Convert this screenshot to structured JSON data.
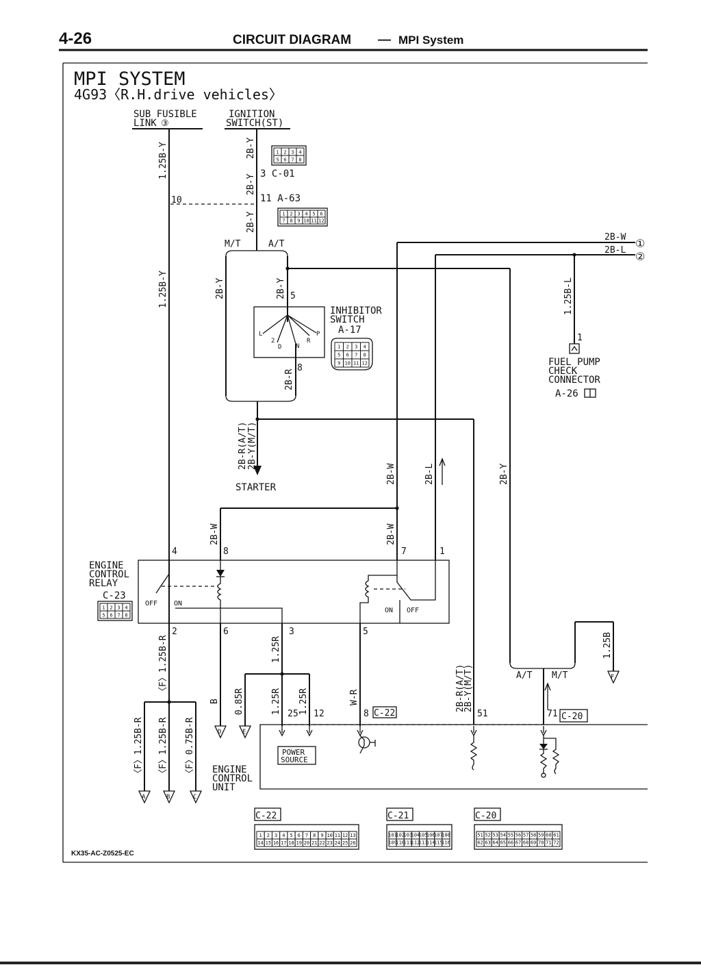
{
  "header": {
    "page_number": "4-26",
    "title": "CIRCUIT DIAGRAM",
    "separator": "—",
    "subtitle": "MPI System"
  },
  "diagram": {
    "title": "MPI SYSTEM",
    "subtitle": "4G93〈R.H.drive vehicles〉",
    "code": "KX35-AC-Z0525-EC",
    "labels": {
      "sub_fusible_1": "SUB FUSIBLE",
      "sub_fusible_2": "LINK",
      "link_num": "③",
      "ign_1": "IGNITION",
      "ign_2": "SWITCH(ST)",
      "c01": "3 C-01",
      "a63": "11 A-63",
      "pin10": "10",
      "mt": "M/T",
      "at": "A/T",
      "pin5": "5",
      "inh_1": "INHIBITOR",
      "inh_2": "SWITCH",
      "a17": "A-17",
      "pin8_inh": "8",
      "inh_l": "L",
      "inh_2pos": "2",
      "inh_d": "D",
      "inh_n": "N",
      "inh_r": "R",
      "inh_p": "P",
      "starter": "STARTER",
      "w_2bw_top": "2B-W",
      "w_2bl_top": "2B-L",
      "circ1": "①",
      "circ2": "②",
      "pin1_fp": "1",
      "fp_1": "FUEL PUMP",
      "fp_2": "CHECK",
      "fp_3": "CONNECTOR",
      "a26": "A-26",
      "relay_1": "ENGINE",
      "relay_2": "CONTROL",
      "relay_3": "RELAY",
      "c23": "C-23",
      "off_l": "OFF",
      "on_l": "ON",
      "on_r": "ON",
      "off_r": "OFF",
      "pin4": "4",
      "pin8": "8",
      "pin7": "7",
      "pin1r": "1",
      "pin2": "2",
      "pin6": "6",
      "pin3": "3",
      "pin5r": "5",
      "pin25": "25",
      "pin12": "12",
      "pin8c22": "8",
      "pin51": "51",
      "pin71": "71",
      "c22": "C-22",
      "c20": "C-20",
      "c21": "C-21",
      "at2": "A/T",
      "mt2": "M/T",
      "ecu_1": "ENGINE",
      "ecu_2": "CONTROL",
      "ecu_3": "UNIT",
      "power_1": "POWER",
      "power_2": "SOURCE",
      "arrow_a": "A",
      "arrow_b": "B",
      "arrow_c": "C",
      "arrow_d": "D",
      "arrow_e": "E",
      "arrow_f": "F"
    },
    "wires": {
      "w1": "1.25B-Y",
      "w2": "2B-Y",
      "w3": "2B-Y",
      "w4": "2B-Y",
      "w5": "1.25B-Y",
      "w6": "2B-Y",
      "w7": "2B-Y",
      "w8": "2B-R",
      "w9": "1.25B-L",
      "w10": "2B-R(A/T)",
      "w11": "2B-Y(M/T)",
      "w12": "2B-W",
      "w13": "2B-L",
      "w14": "2B-Y",
      "w15": "2B-W",
      "w16": "2B-W",
      "w17": "〈F〉1.25B-R",
      "w18": "1.25B-R",
      "w19": "B",
      "w20": "1.25R",
      "w21": "0.85R",
      "w22": "1.25R",
      "w23": "1.25R",
      "w24": "W-R",
      "w25": "2B-R(A/T)",
      "w26": "2B-Y(M/T)",
      "w27": "1.25B",
      "w28": "〈F〉1.25B-R",
      "w29": "〈F〉1.25B-R",
      "w30": "〈F〉0.75B-R"
    },
    "connectors": {
      "c01_cells": [
        "1",
        "2",
        "3",
        "4",
        "5",
        "6",
        "7",
        "8"
      ],
      "a63_cells": [
        "1",
        "2",
        "3",
        "4",
        "5",
        "6",
        "7",
        "8",
        "9",
        "10",
        "11",
        "12"
      ],
      "a17_cells": [
        "1",
        "2",
        "3",
        "4",
        "5",
        "6",
        "7",
        "8",
        "9",
        "10",
        "11",
        "12"
      ],
      "c23_cells": [
        "1",
        "2",
        "3",
        "4",
        "5",
        "6",
        "7",
        "8"
      ],
      "c22_cells": [
        "1",
        "2",
        "3",
        "4",
        "5",
        "6",
        "7",
        "8",
        "9",
        "10",
        "11",
        "12",
        "13",
        "14",
        "15",
        "16",
        "17",
        "18",
        "19",
        "20",
        "21",
        "22",
        "23",
        "24",
        "25",
        "26"
      ],
      "c21_cells": [
        "101",
        "102",
        "103",
        "104",
        "105",
        "106",
        "107",
        "108",
        "109",
        "110",
        "111",
        "112",
        "113",
        "114",
        "115",
        "116"
      ],
      "c20_cells": [
        "51",
        "52",
        "53",
        "54",
        "55",
        "56",
        "57",
        "58",
        "59",
        "60",
        "61",
        "62",
        "63",
        "64",
        "65",
        "66",
        "67",
        "68",
        "69",
        "70",
        "71",
        "72"
      ]
    }
  }
}
